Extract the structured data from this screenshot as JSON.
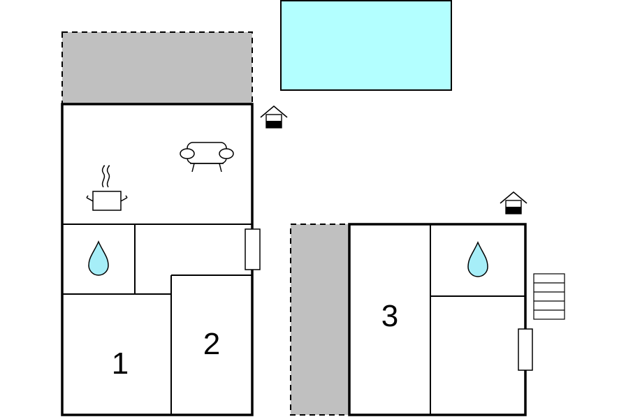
{
  "rooms": [
    {
      "id": "bedroom-1",
      "label": "1"
    },
    {
      "id": "bedroom-2",
      "label": "2"
    },
    {
      "id": "bedroom-3",
      "label": "3"
    }
  ],
  "colors": {
    "pool": "#b3ffff",
    "terrace": "#c0c0c0",
    "wall": "#000000",
    "water_drop": "#a6eef8",
    "background": "#ffffff"
  },
  "icons": [
    "pool",
    "terrace",
    "entrance-icon",
    "cooking-pot-icon",
    "sofa-icon",
    "water-drop-icon",
    "door-icon",
    "stairs-icon"
  ]
}
